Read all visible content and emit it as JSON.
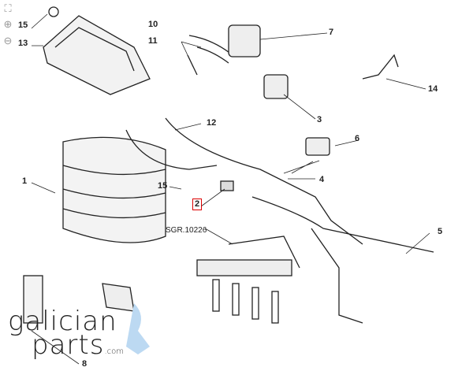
{
  "controls": {
    "fullscreen": "⛶",
    "zoom_in": "⊕",
    "zoom_out": "⊖"
  },
  "callouts": {
    "c15a": "15",
    "c13": "13",
    "c10": "10",
    "c11": "11",
    "c7": "7",
    "c14": "14",
    "c3": "3",
    "c12": "12",
    "c6": "6",
    "c1": "1",
    "c15b": "15",
    "c2": "2",
    "c4": "4",
    "c5": "5",
    "c8": "8"
  },
  "reference": "SGR.10226",
  "logo": {
    "line1": "galician",
    "line2": "parts",
    "suffix": ".com"
  },
  "colors": {
    "highlight": "#dd0000",
    "logo_accent": "#bcd9f2"
  }
}
